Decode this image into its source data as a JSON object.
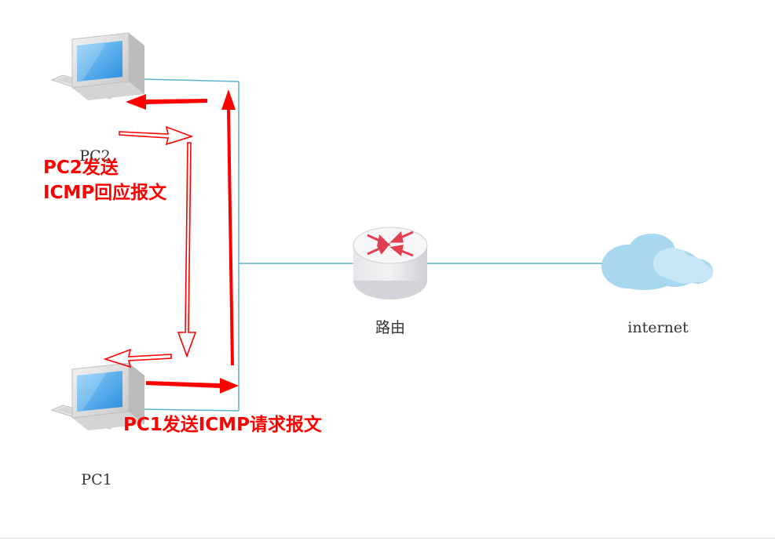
{
  "nodes": {
    "pc2": {
      "label": "PC2"
    },
    "pc1": {
      "label": "PC1"
    },
    "router": {
      "label": "路由"
    },
    "internet": {
      "label": "internet"
    }
  },
  "annotations": {
    "pc2_line1": "PC2发送",
    "pc2_line2": "ICMP回应报文",
    "pc1_line": "PC1发送ICMP请求报文"
  },
  "colors": {
    "link": "#5ab4cf",
    "arrow": "#ff0000",
    "annotation_text": "#ff0000",
    "cloud": "#a8d8ef",
    "screen": "#4aa8e8",
    "router_top": "#f4f4f6",
    "router_body": "#dcdce0",
    "router_arrows": "#e04050"
  },
  "icons": {
    "pc": "desktop-computer-icon",
    "router": "router-icon",
    "internet": "cloud-icon"
  }
}
